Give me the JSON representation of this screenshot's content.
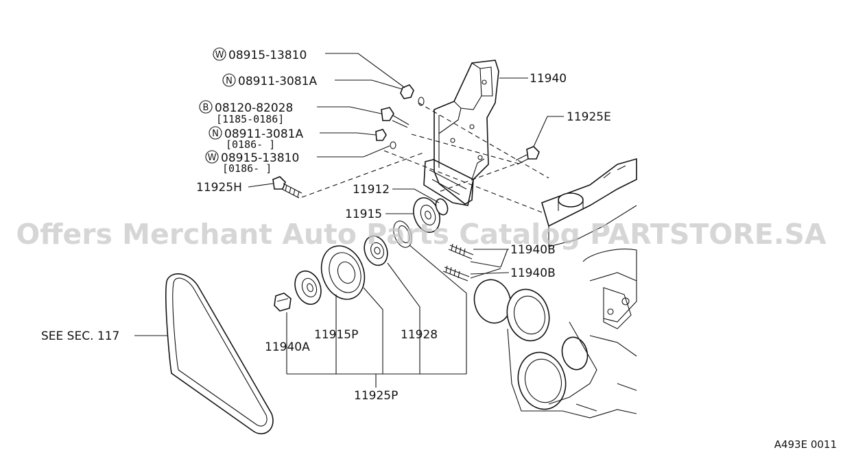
{
  "watermark": "Offers Merchant Auto Parts Catalog PARTSTORE.SA",
  "diagram_code": "A493E 0011",
  "callouts": {
    "w1": {
      "symbol": "W",
      "part": "08915-13810"
    },
    "n1": {
      "symbol": "N",
      "part": "08911-3081A"
    },
    "b1": {
      "symbol": "B",
      "part": "08120-82028",
      "range": "[1185-0186]"
    },
    "n2": {
      "symbol": "N",
      "part": "08911-3081A",
      "range": "[0186-   ]"
    },
    "w2": {
      "symbol": "W",
      "part": "08915-13810",
      "range": "[0186-   ]"
    }
  },
  "labels": {
    "p11925h": "11925H",
    "p11940": "11940",
    "p11925e": "11925E",
    "p11912": "11912",
    "p11915": "11915",
    "p11940b_1": "11940B",
    "p11940b_2": "11940B",
    "see_sec": "SEE SEC. 117",
    "p11940a": "11940A",
    "p11915p": "11915P",
    "p11928": "11928",
    "p11925p": "11925P"
  }
}
